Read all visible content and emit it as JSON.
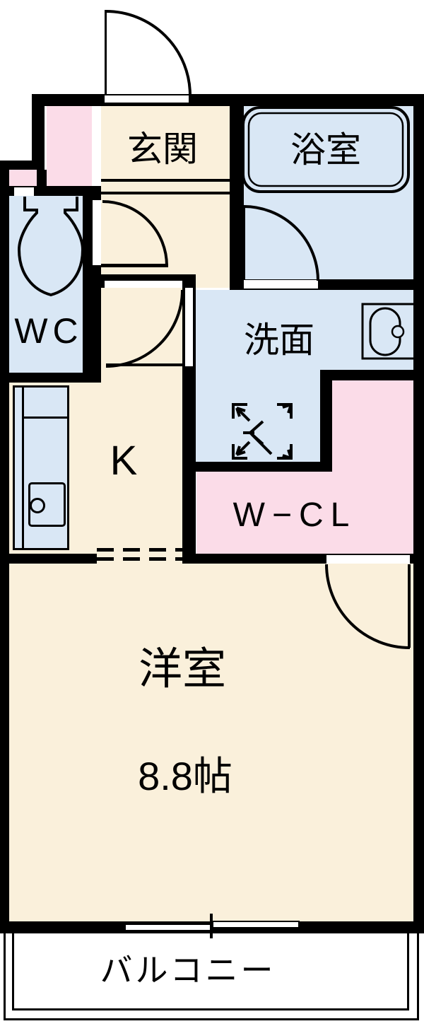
{
  "floorplan": {
    "type": "japanese-apartment-1K-floor-plan",
    "rooms": {
      "genkan": {
        "label": "玄関"
      },
      "bath": {
        "label": "浴室"
      },
      "wc": {
        "label": "WC"
      },
      "washroom": {
        "label": "洗面"
      },
      "kitchen": {
        "label": "K"
      },
      "closet": {
        "label": "W−CL"
      },
      "main_room": {
        "label": "洋室",
        "size": "8.8帖"
      },
      "balcony": {
        "label": "バルコニー"
      }
    },
    "colors": {
      "room_cream": "#FAF0DB",
      "wet_area_blue": "#D9E7F5",
      "closet_pink": "#FBDCE8",
      "wall_black": "#000000",
      "background_white": "#FFFFFF"
    },
    "icons": {
      "toilet-icon": "toilet bowl with tank, WC room",
      "bathtub-icon": "double-outline rounded bathtub, bath room",
      "washbasin-icon": "vanity basin with faucet dot, washroom",
      "washing-machine-place-icon": "dashed square with corner arrows, washroom",
      "kitchen-counter-icon": "kitchen counter with sink, K area",
      "sliding-window-icon": "double sliding window on balcony wall",
      "door-swing-icon": "quarter-circle door swings (entrance, hall, washroom, bath, closet)"
    }
  }
}
